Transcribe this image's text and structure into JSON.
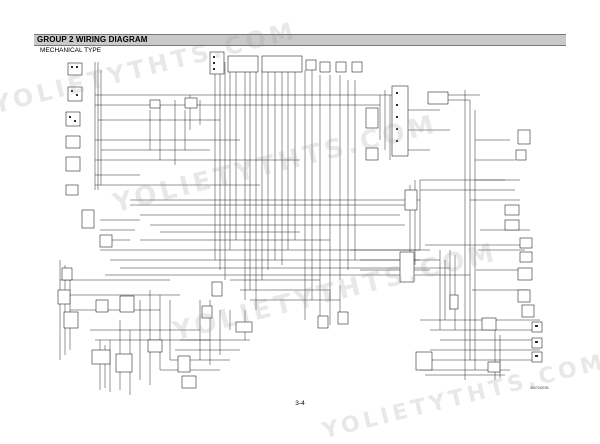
{
  "header": {
    "title": "GROUP 2  WIRING DIAGRAM"
  },
  "subtitle": "MECHANICAL TYPE",
  "footer": {
    "page_number": "3-4",
    "drawing_code": "36070CE05"
  },
  "watermarks": [
    "YOLIETYTHTS.COM",
    "YOLIETYTHTS.COM",
    "YOLIETYTHTS.COM",
    "YOLIETYTHTS.COM"
  ],
  "colors": {
    "header_bar": "#c9c9c9",
    "wire": "#2a2a2a",
    "watermark": "#969696"
  }
}
